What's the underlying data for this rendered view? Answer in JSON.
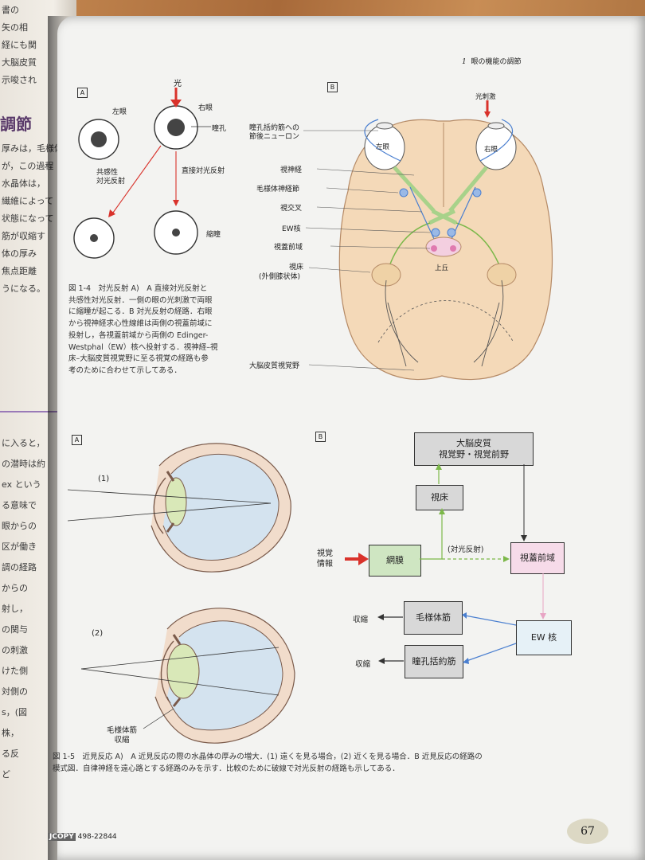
{
  "left_page": {
    "fragments": [
      "書の",
      "矢の相",
      "経にも関",
      "大脳皮質",
      "示唆され"
    ],
    "heading": "調節",
    "body_lines": [
      "厚みは，毛様体",
      "が，この過程",
      "水晶体は，",
      "繊維によって",
      "状態になって",
      "筋が収縮す",
      "体の厚み",
      "焦点距離",
      "うになる。"
    ],
    "body2_lines": [
      "に入ると，",
      "の潜時は約",
      "ex という",
      "る意味で",
      "眼からの",
      "区が働き",
      "調の経路",
      "からの",
      "射し，",
      "の関与",
      "の刺激",
      "けた側",
      "対側の",
      "s，(図",
      "株，",
      "る反",
      "ど"
    ]
  },
  "header": {
    "chapter_number": "1",
    "chapter_title": "眼の機能の調節"
  },
  "fig14": {
    "panel_a_tag": "A",
    "panel_b_tag": "B",
    "a": {
      "light": "光",
      "left_eye": "左眼",
      "right_eye": "右眼",
      "pupil": "瞳孔",
      "consensual": [
        "共感性",
        "対光反射"
      ],
      "direct": "直接対光反射",
      "miosis": "縮瞳"
    },
    "b": {
      "light_stim": "光刺激",
      "left_eye": "左眼",
      "right_eye": "右眼",
      "labels": [
        "瞳孔括約筋への",
        "節後ニューロン",
        "視神経",
        "毛様体神経節",
        "視交叉",
        "EW核",
        "視蓋前域",
        "視床",
        "(外側膝状体)",
        "大脳皮質視覚野"
      ],
      "superior_colliculus": "上丘"
    },
    "caption_lines": [
      "図 1-4　対光反射 A)　A 直接対光反射と",
      "共感性対光反射．一側の眼の光刺激で両眼",
      "に縮瞳が起こる．B 対光反射の経路．右眼",
      "から視神経求心性線維は両側の視蓋前域に",
      "投射し，各視蓋前域から両側の Edinger-",
      "Westphal（EW）核へ投射する．視神経–視",
      "床–大脳皮質視覚野に至る視覚の経路も参",
      "考のために合わせて示してある．"
    ]
  },
  "fig15": {
    "panel_a_tag": "A",
    "panel_b_tag": "B",
    "a": {
      "case1": "(1)",
      "case2": "(2)",
      "ciliary": [
        "毛様体筋",
        "収縮"
      ]
    },
    "b": {
      "cortex": [
        "大脳皮質",
        "視覚野・視覚前野"
      ],
      "thalamus": "視床",
      "visual_info": [
        "視覚",
        "情報"
      ],
      "retina": "網膜",
      "light_reflex": "(対光反射)",
      "pretectum": "視蓋前域",
      "ew": "EW 核",
      "ciliary_muscle": "毛様体筋",
      "sphincter": "瞳孔括約筋",
      "contract1": "収縮",
      "contract2": "収縮"
    },
    "caption_lines": [
      "図 1-5　近見反応 A)　A 近見反応の際の水晶体の厚みの増大．(1) 遠くを見る場合，(2) 近くを見る場合．B 近見反応の経路の",
      "模式図．自律神経を遠心路とする経路のみを示す．比較のために破線で対光反射の経路も示してある．"
    ]
  },
  "footer": {
    "copy_badge": "JCOPY",
    "code": "498-22844",
    "page_number": "67"
  },
  "colors": {
    "arrow_red": "#d9322b",
    "nerve_blue": "#4a7fd0",
    "path_green": "#7cb84a",
    "brain": "#f4d9b8",
    "cortex_box": "#d8d8d8",
    "retina_box": "#cfe6c2",
    "pretectum_box": "#f6dbe9",
    "ew_box": "#e6f1f7"
  }
}
